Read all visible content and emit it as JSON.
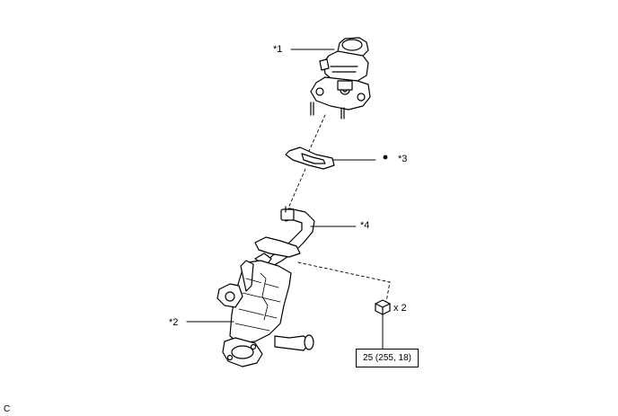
{
  "callouts": {
    "c1": "*1",
    "c2": "*2",
    "c3": "*3",
    "c4": "*4"
  },
  "bolt": {
    "qty": "x 2",
    "torque": "25 (255, 18)"
  },
  "illustration_code": "C",
  "icons": {
    "non_reusable_part": "bullet-icon"
  },
  "colors": {
    "line": "#000000",
    "background": "#ffffff"
  }
}
